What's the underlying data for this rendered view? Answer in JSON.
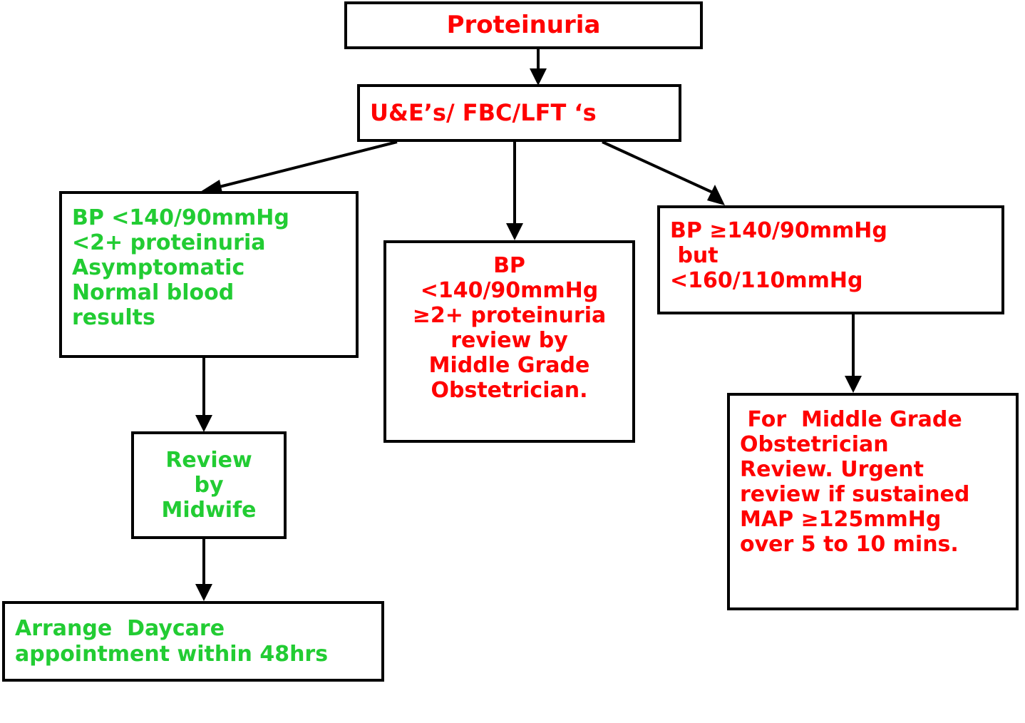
{
  "title": "Proteinuria management flowchart",
  "colors": {
    "red": "#ff0000",
    "green": "#22cc33",
    "box_border": "#000000",
    "background": "#ffffff"
  },
  "nodes": {
    "proteinuria": {
      "label": "Proteinuria",
      "color": "red",
      "align": "center"
    },
    "bloods": {
      "label": "U&E’s/ FBC/LFT ‘s",
      "color": "red",
      "align": "left"
    },
    "branch_low": {
      "label": "BP <140/90mmHg\n<2+ proteinuria\nAsymptomatic\nNormal blood\nresults",
      "color": "green",
      "align": "left"
    },
    "branch_mid": {
      "label": "BP\n<140/90mmHg\n≥2+ proteinuria\nreview by\nMiddle Grade\nObstetrician.",
      "color": "red",
      "align": "center"
    },
    "branch_high": {
      "label": "BP ≥140/90mmHg\n but\n<160/110mmHg",
      "color": "red",
      "align": "left"
    },
    "review_midwife": {
      "label": "Review\nby\nMidwife",
      "color": "green",
      "align": "center"
    },
    "daycare": {
      "label": "Arrange  Daycare\nappointment within 48hrs",
      "color": "green",
      "align": "left"
    },
    "obstetrician_review": {
      "label": " For  Middle Grade\nObstetrician\nReview. Urgent\nreview if sustained\nMAP ≥125mmHg\nover 5 to 10 mins.",
      "color": "red",
      "align": "left"
    }
  },
  "edges": [
    {
      "name": "proteinuria-to-bloods",
      "from": "proteinuria",
      "to": "bloods",
      "style": "vertical-arrow"
    },
    {
      "name": "bloods-to-branch-low",
      "from": "bloods",
      "to": "branch_low",
      "style": "diagonal-arrow-left"
    },
    {
      "name": "bloods-to-branch-mid",
      "from": "bloods",
      "to": "branch_mid",
      "style": "vertical-arrow"
    },
    {
      "name": "bloods-to-branch-high",
      "from": "bloods",
      "to": "branch_high",
      "style": "diagonal-arrow-right"
    },
    {
      "name": "branch-low-to-review-midwife",
      "from": "branch_low",
      "to": "review_midwife",
      "style": "vertical-arrow"
    },
    {
      "name": "review-midwife-to-daycare",
      "from": "review_midwife",
      "to": "daycare",
      "style": "vertical-arrow"
    },
    {
      "name": "branch-high-to-obstetrician-review",
      "from": "branch_high",
      "to": "obstetrician_review",
      "style": "vertical-arrow"
    }
  ]
}
